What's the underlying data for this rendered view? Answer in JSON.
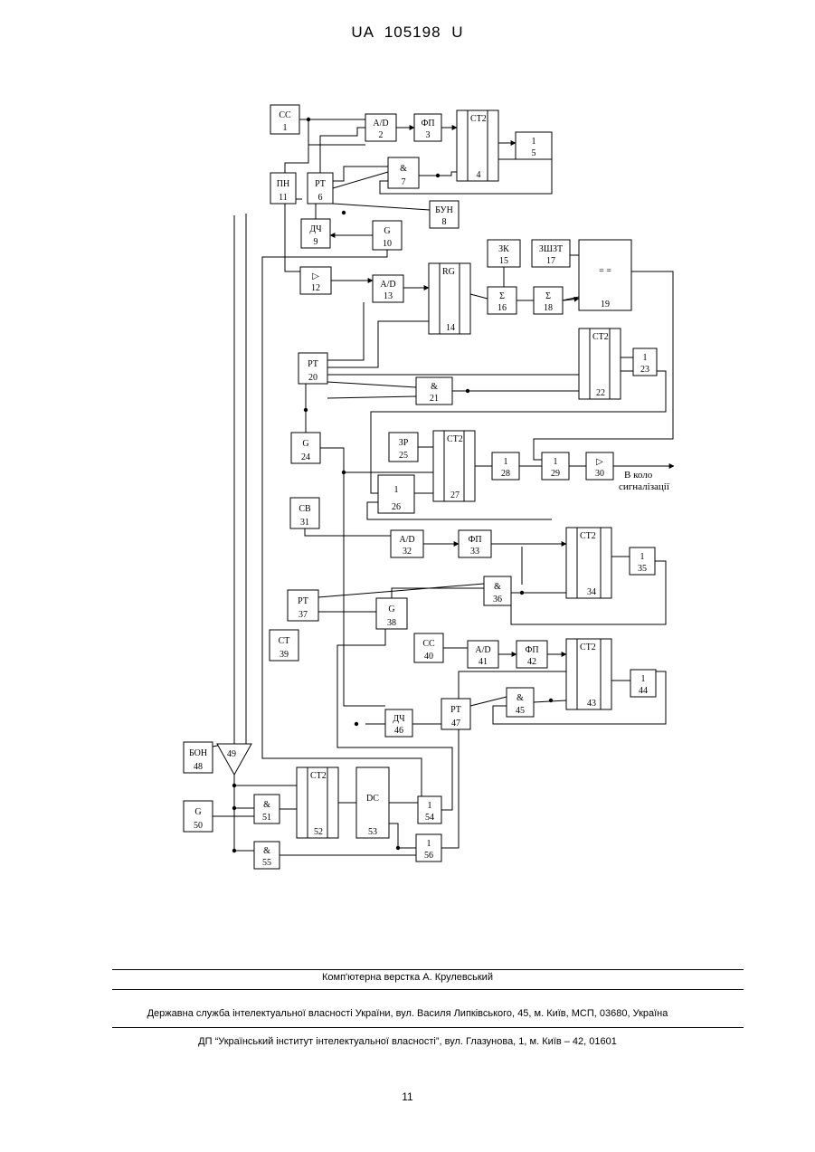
{
  "header": {
    "doc_id": "UA  105198  U"
  },
  "diagram": {
    "blocks": [
      {
        "id": "b1",
        "t": "СС",
        "n": "1"
      },
      {
        "id": "b2",
        "t": "A/D",
        "n": "2"
      },
      {
        "id": "b3",
        "t": "ФП",
        "n": "3"
      },
      {
        "id": "b4",
        "t": "СТ2",
        "n": "4"
      },
      {
        "id": "b5",
        "t": "1",
        "n": "5"
      },
      {
        "id": "b6",
        "t": "РТ",
        "n": "6"
      },
      {
        "id": "b7",
        "t": "&",
        "n": "7"
      },
      {
        "id": "b8",
        "t": "БУН",
        "n": "8"
      },
      {
        "id": "b9",
        "t": "ДЧ",
        "n": "9"
      },
      {
        "id": "b10",
        "t": "G",
        "n": "10"
      },
      {
        "id": "b11",
        "t": "ПН",
        "n": "11"
      },
      {
        "id": "b12",
        "t": "▷",
        "n": "12"
      },
      {
        "id": "b13",
        "t": "A/D",
        "n": "13"
      },
      {
        "id": "b14",
        "t": "RG",
        "n": "14"
      },
      {
        "id": "b15",
        "t": "ЗК",
        "n": "15"
      },
      {
        "id": "b16",
        "t": "Σ",
        "n": "16"
      },
      {
        "id": "b17",
        "t": "ЗШЗТ",
        "n": "17"
      },
      {
        "id": "b18",
        "t": "Σ",
        "n": "18"
      },
      {
        "id": "b19",
        "t": "= =",
        "n": "19"
      },
      {
        "id": "b20",
        "t": "РТ",
        "n": "20"
      },
      {
        "id": "b21",
        "t": "&",
        "n": "21"
      },
      {
        "id": "b22",
        "t": "СТ2",
        "n": "22"
      },
      {
        "id": "b23",
        "t": "1",
        "n": "23"
      },
      {
        "id": "b24",
        "t": "G",
        "n": "24"
      },
      {
        "id": "b25",
        "t": "ЗР",
        "n": "25"
      },
      {
        "id": "b26",
        "t": "1",
        "n": "26"
      },
      {
        "id": "b27",
        "t": "СТ2",
        "n": "27"
      },
      {
        "id": "b28",
        "t": "1",
        "n": "28"
      },
      {
        "id": "b29",
        "t": "1",
        "n": "29"
      },
      {
        "id": "b30",
        "t": "▷",
        "n": "30"
      },
      {
        "id": "b31",
        "t": "СВ",
        "n": "31"
      },
      {
        "id": "b32",
        "t": "A/D",
        "n": "32"
      },
      {
        "id": "b33",
        "t": "ФП",
        "n": "33"
      },
      {
        "id": "b34",
        "t": "СТ2",
        "n": "34"
      },
      {
        "id": "b35",
        "t": "1",
        "n": "35"
      },
      {
        "id": "b36",
        "t": "&",
        "n": "36"
      },
      {
        "id": "b37",
        "t": "РТ",
        "n": "37"
      },
      {
        "id": "b38",
        "t": "G",
        "n": "38"
      },
      {
        "id": "b39",
        "t": "СТ",
        "n": "39"
      },
      {
        "id": "b40",
        "t": "СС",
        "n": "40"
      },
      {
        "id": "b41",
        "t": "A/D",
        "n": "41"
      },
      {
        "id": "b42",
        "t": "ФП",
        "n": "42"
      },
      {
        "id": "b43",
        "t": "СТ2",
        "n": "43"
      },
      {
        "id": "b44",
        "t": "1",
        "n": "44"
      },
      {
        "id": "b45",
        "t": "&",
        "n": "45"
      },
      {
        "id": "b46",
        "t": "ДЧ",
        "n": "46"
      },
      {
        "id": "b47",
        "t": "РТ",
        "n": "47"
      },
      {
        "id": "b48",
        "t": "БОН",
        "n": "48"
      },
      {
        "id": "b49",
        "t": "",
        "n": "49"
      },
      {
        "id": "b50",
        "t": "G",
        "n": "50"
      },
      {
        "id": "b51",
        "t": "&",
        "n": "51"
      },
      {
        "id": "b52",
        "t": "СТ2",
        "n": "52"
      },
      {
        "id": "b53",
        "t": "DC",
        "n": "53"
      },
      {
        "id": "b54",
        "t": "1",
        "n": "54"
      },
      {
        "id": "b55",
        "t": "&",
        "n": "55"
      },
      {
        "id": "b56",
        "t": "1",
        "n": "56"
      }
    ],
    "output_label_line1": "В коло",
    "output_label_line2": "сигналізації"
  },
  "footer": {
    "layout_credit": "Комп'ютерна верстка А. Крулевський",
    "agency": "Державна служба інтелектуальної власності України, вул. Василя Липківського, 45, м. Київ, МСП, 03680, Україна",
    "institute": "ДП “Український інститут інтелектуальної власності”, вул. Глазунова, 1, м. Київ – 42, 01601"
  },
  "page_number": "11"
}
